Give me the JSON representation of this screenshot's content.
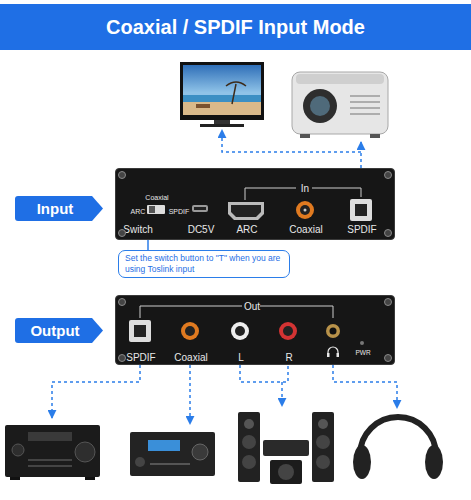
{
  "diagram": {
    "title": "Coaxial / SPDIF Input Mode",
    "nodes": [
      {
        "text": [
          "Input"
        ]
      },
      {
        "text": [
          "In",
          "Coaxial",
          "ARC",
          "SPDIF",
          "Switch",
          "DC5V",
          "ARC",
          "Coaxial",
          "SPDIF"
        ]
      },
      {
        "text": [
          "Set the switch button to \"T\" when you are using Toslink input"
        ]
      },
      {
        "text": [
          "Output"
        ]
      },
      {
        "text": [
          "Out",
          "SPDIF",
          "Coaxial",
          "L",
          "R",
          "PWR"
        ]
      }
    ],
    "edges": [
      {
        "from": 2,
        "to": 1,
        "arrow": "none"
      }
    ]
  }
}
